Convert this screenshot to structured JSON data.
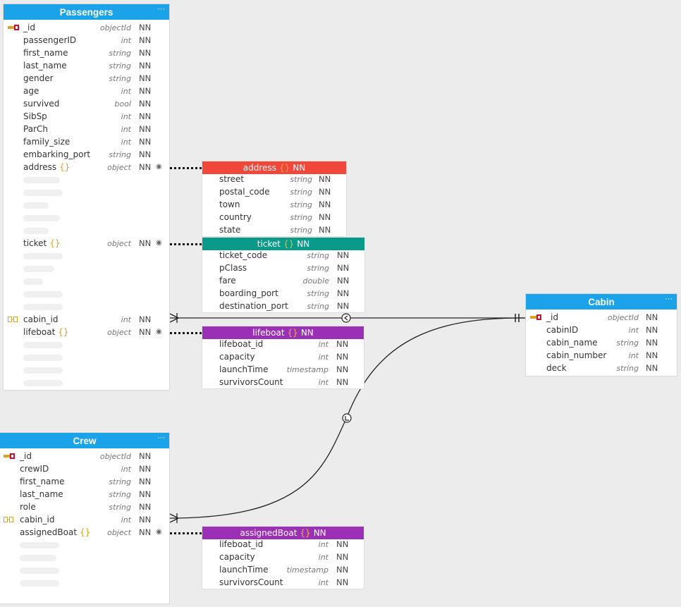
{
  "colors": {
    "entity_header": "#1aa3e8",
    "address_header": "#f1473a",
    "ticket_header": "#0a9a8a",
    "lifeboat_header": "#9b2fb5",
    "assigned_header": "#9b2fb5"
  },
  "passengers": {
    "title": "Passengers",
    "menu": "···",
    "fields": [
      {
        "name": "_id",
        "type": "objectId",
        "nn": "NN"
      },
      {
        "name": "passengerID",
        "type": "int",
        "nn": "NN"
      },
      {
        "name": "first_name",
        "type": "string",
        "nn": "NN"
      },
      {
        "name": "last_name",
        "type": "string",
        "nn": "NN"
      },
      {
        "name": "gender",
        "type": "string",
        "nn": "NN"
      },
      {
        "name": "age",
        "type": "int",
        "nn": "NN"
      },
      {
        "name": "survived",
        "type": "bool",
        "nn": "NN"
      },
      {
        "name": "SibSp",
        "type": "int",
        "nn": "NN"
      },
      {
        "name": "ParCh",
        "type": "int",
        "nn": "NN"
      },
      {
        "name": "family_size",
        "type": "int",
        "nn": "NN"
      },
      {
        "name": "embarking_port",
        "type": "string",
        "nn": "NN"
      },
      {
        "name": "address",
        "brace": "{}",
        "type": "object",
        "nn": "NN"
      },
      {
        "name": "ticket",
        "brace": "{}",
        "type": "object",
        "nn": "NN"
      },
      {
        "name": "cabin_id",
        "type": "int",
        "nn": "NN"
      },
      {
        "name": "lifeboat",
        "brace": "{}",
        "type": "object",
        "nn": "NN"
      }
    ]
  },
  "crew": {
    "title": "Crew",
    "menu": "···",
    "fields": [
      {
        "name": "_id",
        "type": "objectId",
        "nn": "NN"
      },
      {
        "name": "crewID",
        "type": "int",
        "nn": "NN"
      },
      {
        "name": "first_name",
        "type": "string",
        "nn": "NN"
      },
      {
        "name": "last_name",
        "type": "string",
        "nn": "NN"
      },
      {
        "name": "role",
        "type": "string",
        "nn": "NN"
      },
      {
        "name": "cabin_id",
        "type": "int",
        "nn": "NN"
      },
      {
        "name": "assignedBoat",
        "brace": "{}",
        "type": "object",
        "nn": "NN"
      }
    ]
  },
  "cabin": {
    "title": "Cabin",
    "menu": "···",
    "fields": [
      {
        "name": "_id",
        "type": "objectId",
        "nn": "NN"
      },
      {
        "name": "cabinID",
        "type": "int",
        "nn": "NN"
      },
      {
        "name": "cabin_name",
        "type": "string",
        "nn": "NN"
      },
      {
        "name": "cabin_number",
        "type": "int",
        "nn": "NN"
      },
      {
        "name": "deck",
        "type": "string",
        "nn": "NN"
      }
    ]
  },
  "address": {
    "title": "address",
    "brace": "{}",
    "nn": "NN",
    "fields": [
      {
        "name": "street",
        "type": "string",
        "nn": "NN"
      },
      {
        "name": "postal_code",
        "type": "string",
        "nn": "NN"
      },
      {
        "name": "town",
        "type": "string",
        "nn": "NN"
      },
      {
        "name": "country",
        "type": "string",
        "nn": "NN"
      },
      {
        "name": "state",
        "type": "string",
        "nn": "NN"
      }
    ]
  },
  "ticket": {
    "title": "ticket",
    "brace": "{}",
    "nn": "NN",
    "fields": [
      {
        "name": "ticket_code",
        "type": "string",
        "nn": "NN"
      },
      {
        "name": "pClass",
        "type": "string",
        "nn": "NN"
      },
      {
        "name": "fare",
        "type": "double",
        "nn": "NN"
      },
      {
        "name": "boarding_port",
        "type": "string",
        "nn": "NN"
      },
      {
        "name": "destination_port",
        "type": "string",
        "nn": "NN"
      }
    ]
  },
  "lifeboat": {
    "title": "lifeboat",
    "brace": "{}",
    "nn": "NN",
    "fields": [
      {
        "name": "lifeboat_id",
        "type": "int",
        "nn": "NN"
      },
      {
        "name": "capacity",
        "type": "int",
        "nn": "NN"
      },
      {
        "name": "launchTime",
        "type": "timestamp",
        "nn": "NN"
      },
      {
        "name": "survivorsCount",
        "type": "int",
        "nn": "NN"
      }
    ]
  },
  "assignedBoat": {
    "title": "assignedBoat",
    "brace": "{}",
    "nn": "NN",
    "fields": [
      {
        "name": "lifeboat_id",
        "type": "int",
        "nn": "NN"
      },
      {
        "name": "capacity",
        "type": "int",
        "nn": "NN"
      },
      {
        "name": "launchTime",
        "type": "timestamp",
        "nn": "NN"
      },
      {
        "name": "survivorsCount",
        "type": "int",
        "nn": "NN"
      }
    ]
  }
}
